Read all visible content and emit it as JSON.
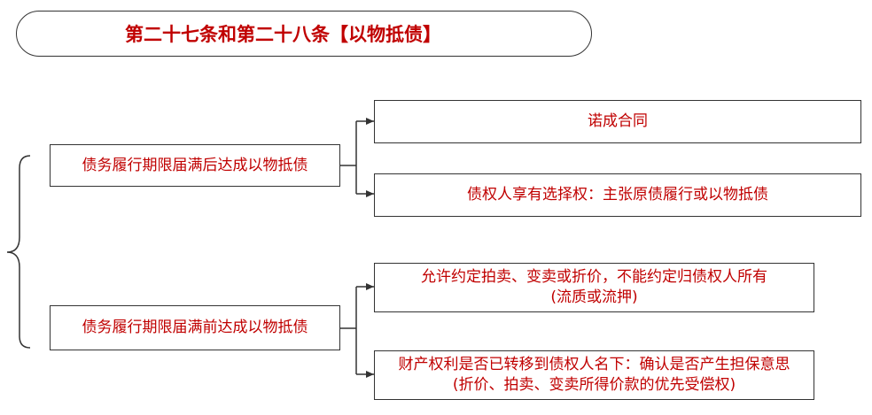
{
  "title": "第二十七条和第二十八条【以物抵债】",
  "branches": [
    {
      "label": "债务履行期限届满后达成以物抵债",
      "children": [
        {
          "lines": [
            "诺成合同"
          ]
        },
        {
          "lines": [
            "债权人享有选择权：主张原债履行或以物抵债"
          ]
        }
      ]
    },
    {
      "label": "债务履行期限届满前达成以物抵债",
      "children": [
        {
          "lines": [
            "允许约定拍卖、变卖或折价，不能约定归债权人所有",
            "(流质或流押)"
          ]
        },
        {
          "lines": [
            "财产权利是否已转移到债权人名下：确认是否产生担保意思",
            "(折价、拍卖、变卖所得价款的优先受偿权)"
          ]
        }
      ]
    }
  ],
  "colors": {
    "text": "#c00000",
    "stroke": "#333333"
  }
}
